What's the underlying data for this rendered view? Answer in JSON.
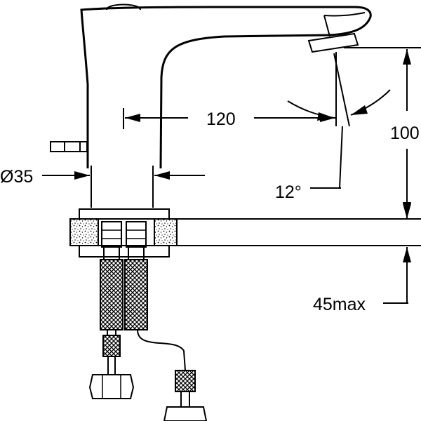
{
  "dimensions": {
    "spout_reach": "120",
    "height": "100",
    "diameter": "Ø35",
    "angle": "12°",
    "max_thickness": "45max"
  },
  "colors": {
    "line": "#000000",
    "background": "#ffffff"
  }
}
